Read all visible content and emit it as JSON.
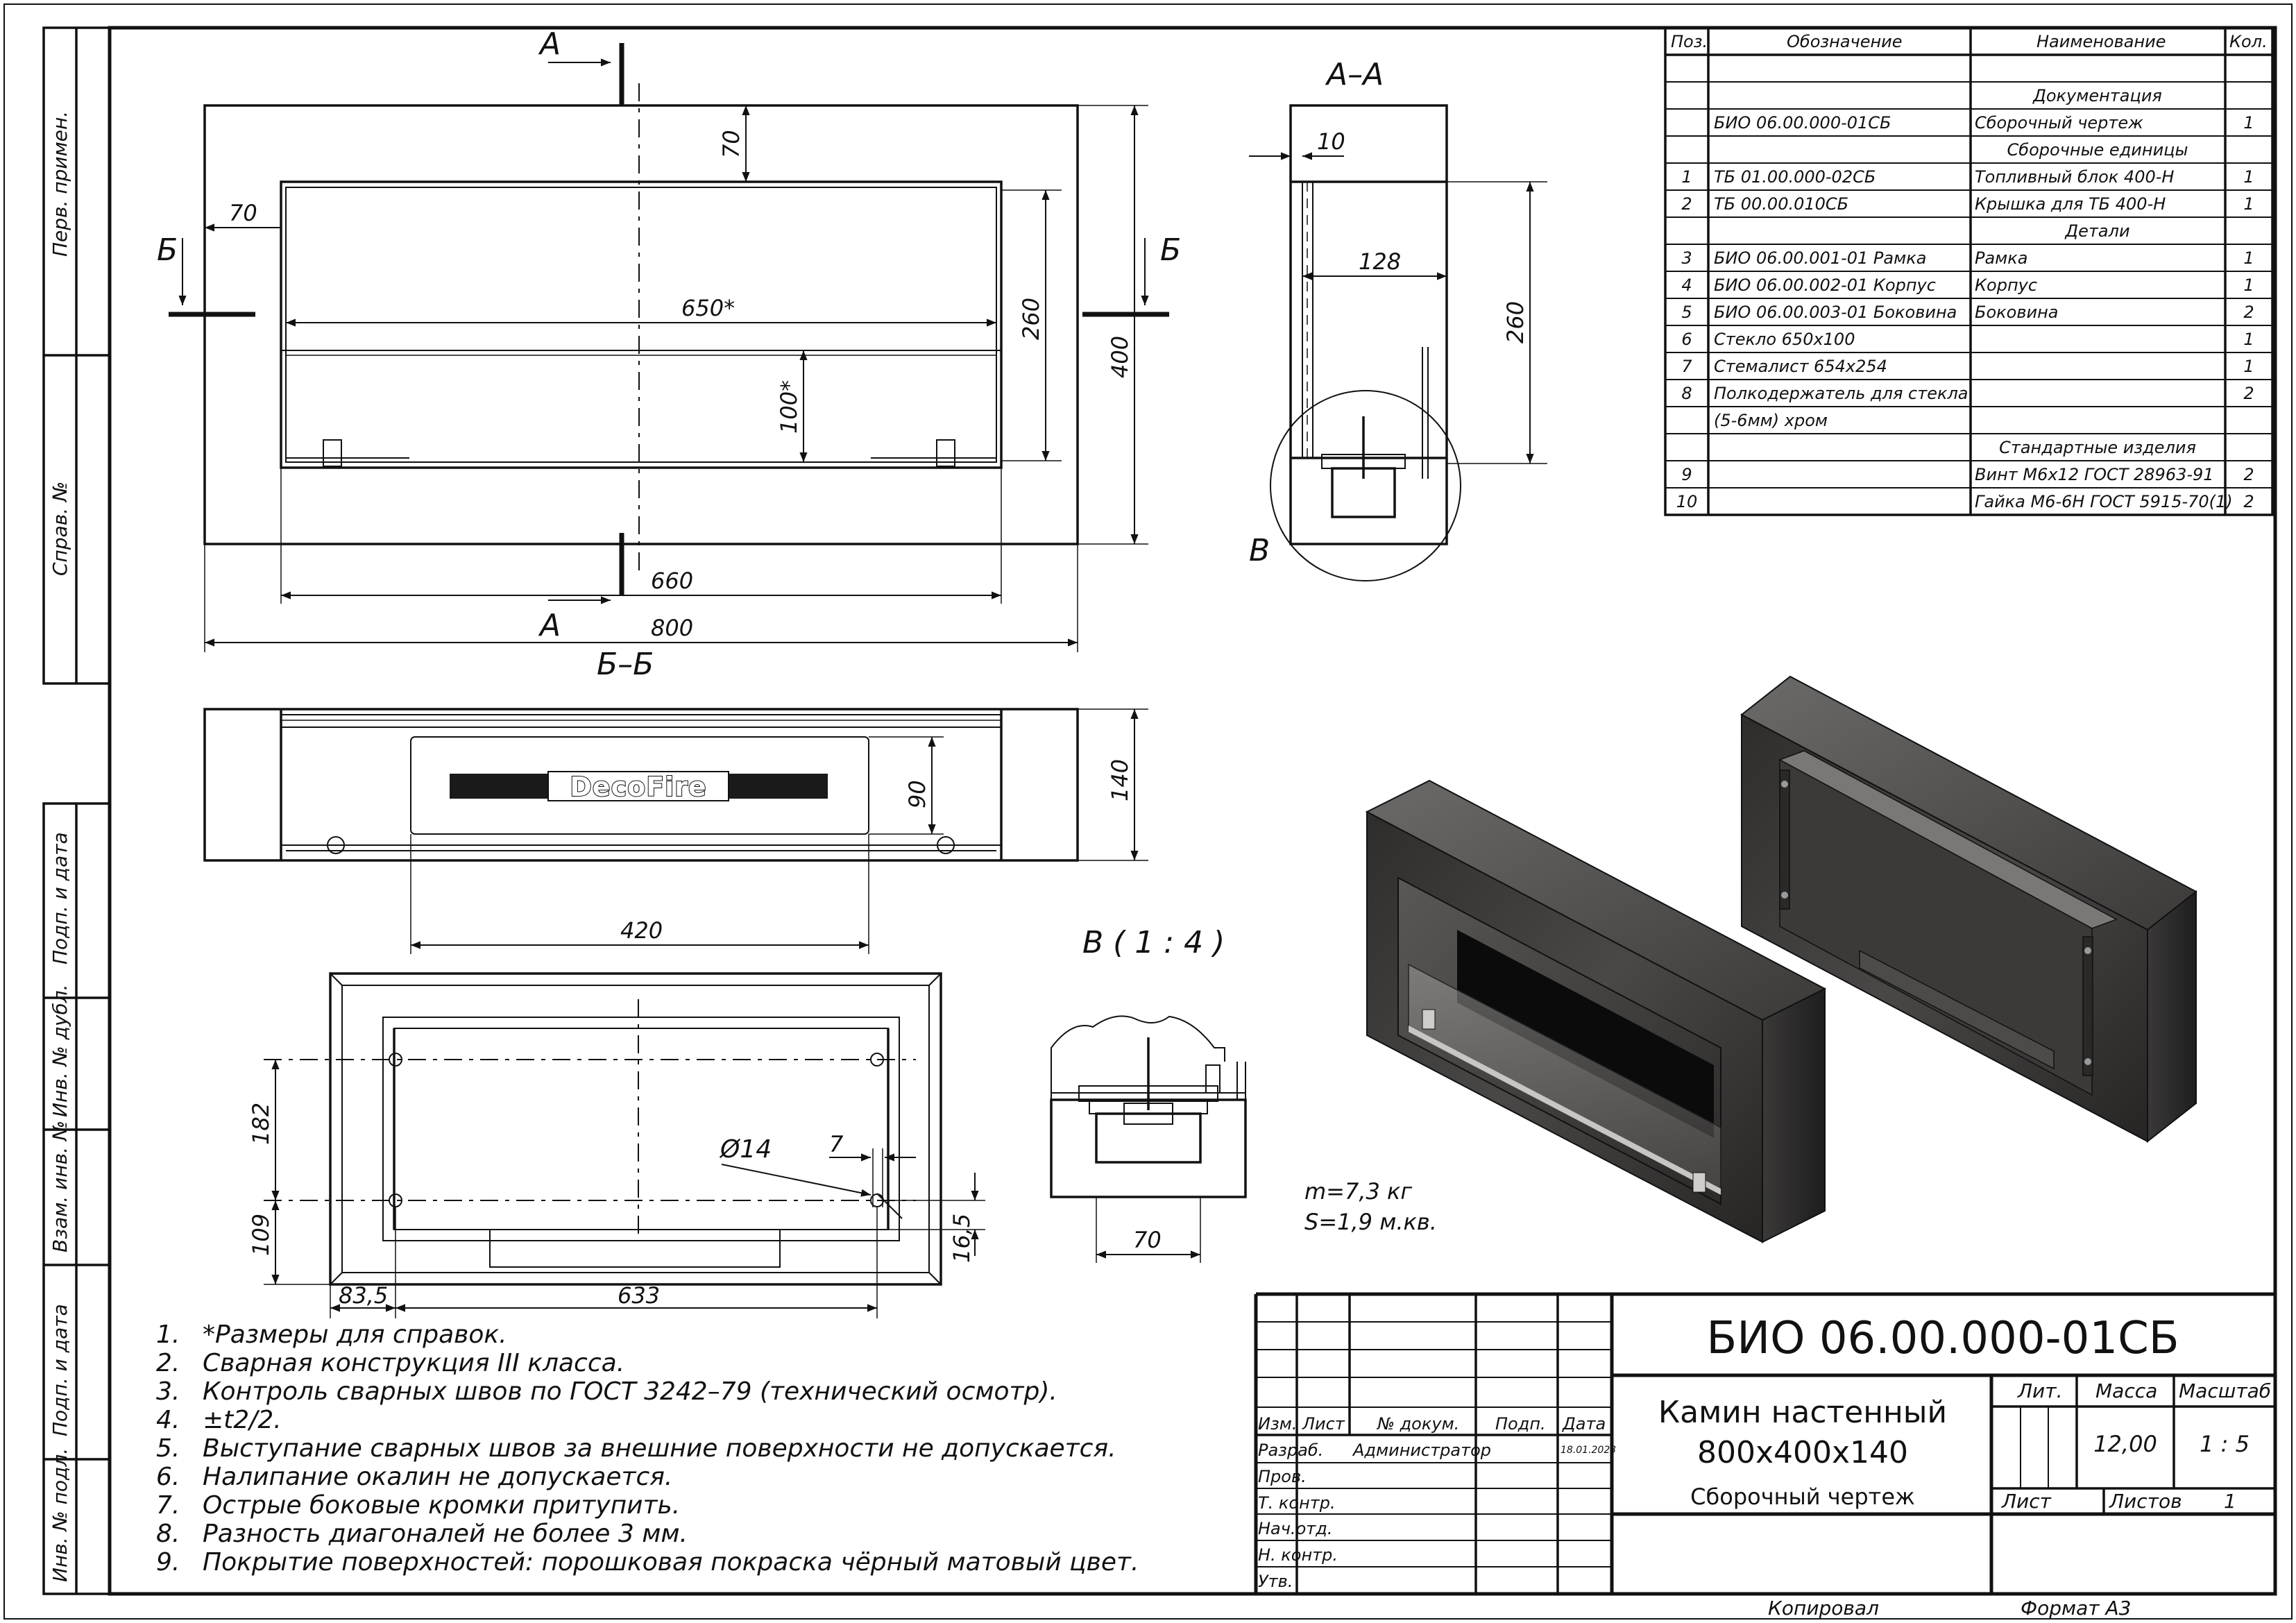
{
  "side_stamp": {
    "perv_primen": "Перв. примен.",
    "sprav_no": "Справ. №",
    "podp_data_1": "Подп. и дата",
    "inv_no_dubl": "Инв. № дубл.",
    "vzam_inv_no": "Взам. инв. №",
    "podp_data_2": "Подп. и дата",
    "inv_no_podl": "Инв. № подл."
  },
  "front_view": {
    "section_marker_a": "А",
    "section_marker_b": "Б",
    "dim_top_70": "70",
    "dim_left_70": "70",
    "dim_650": "650*",
    "dim_260": "260",
    "dim_400": "400",
    "dim_100": "100*",
    "dim_660": "660",
    "dim_800": "800"
  },
  "section_aa": {
    "title": "А–А",
    "dim_10": "10",
    "dim_128": "128",
    "dim_260": "260",
    "detail_label": "В"
  },
  "section_bb": {
    "title": "Б–Б",
    "logo_text": "DecoFire",
    "dim_90": "90",
    "dim_140": "140",
    "dim_420": "420"
  },
  "back_view": {
    "dim_182": "182",
    "dim_109": "109",
    "dim_d14": "Ø14",
    "dim_7": "7",
    "dim_16_5": "16,5",
    "dim_83_5": "83,5",
    "dim_633": "633"
  },
  "detail_b": {
    "title": "В ( 1 : 4 )",
    "dim_70": "70"
  },
  "mass_info": {
    "mass": "m=7,3 кг",
    "area": "S=1,9 м.кв."
  },
  "notes": [
    {
      "num": "1.",
      "text": "*Размеры для справок."
    },
    {
      "num": "2.",
      "text": "Сварная конструкция III класса."
    },
    {
      "num": "3.",
      "text": "Контроль сварных швов по ГОСТ 3242–79 (технический осмотр)."
    },
    {
      "num": "4.",
      "text": "±t2/2."
    },
    {
      "num": "5.",
      "text": "Выступание сварных швов за внешние поверхности не допускается."
    },
    {
      "num": "6.",
      "text": "Налипание окалин не допускается."
    },
    {
      "num": "7.",
      "text": "Острые боковые кромки притупить."
    },
    {
      "num": "8.",
      "text": "Разность диагоналей не более 3 мм."
    },
    {
      "num": "9.",
      "text": "Покрытие поверхностей: порошковая покраска чёрный матовый цвет."
    }
  ],
  "spec_table": {
    "headers": [
      "Поз.",
      "Обозначение",
      "Наименование",
      "Кол."
    ],
    "rows": [
      {
        "pos": "",
        "designation": "",
        "name": "",
        "qty": "",
        "section": ""
      },
      {
        "pos": "",
        "designation": "",
        "name": "",
        "qty": "",
        "section": "Документация"
      },
      {
        "pos": "",
        "designation": "БИО 06.00.000-01СБ",
        "name": "Сборочный чертеж",
        "qty": "1",
        "section": ""
      },
      {
        "pos": "",
        "designation": "",
        "name": "",
        "qty": "",
        "section": "Сборочные единицы"
      },
      {
        "pos": "1",
        "designation": "ТБ 01.00.000-02СБ",
        "name": "Топливный блок 400-Н",
        "qty": "1",
        "section": ""
      },
      {
        "pos": "2",
        "designation": "ТБ 00.00.010СБ",
        "name": "Крышка для ТБ 400-Н",
        "qty": "1",
        "section": ""
      },
      {
        "pos": "",
        "designation": "",
        "name": "",
        "qty": "",
        "section": "Детали"
      },
      {
        "pos": "3",
        "designation": "БИО 06.00.001-01 Рамка",
        "name": "Рамка",
        "qty": "1",
        "section": ""
      },
      {
        "pos": "4",
        "designation": "БИО 06.00.002-01 Корпус",
        "name": "Корпус",
        "qty": "1",
        "section": ""
      },
      {
        "pos": "5",
        "designation": "БИО 06.00.003-01 Боковина",
        "name": "Боковина",
        "qty": "2",
        "section": ""
      },
      {
        "pos": "6",
        "designation": "Стекло 650х100",
        "name": "",
        "qty": "1",
        "section": ""
      },
      {
        "pos": "7",
        "designation": "Стемалист 654х254",
        "name": "",
        "qty": "1",
        "section": ""
      },
      {
        "pos": "8",
        "designation": "Полкодержатель для стекла",
        "name": "",
        "qty": "2",
        "section": ""
      },
      {
        "pos": "",
        "designation": "(5-6мм) хром",
        "name": "",
        "qty": "",
        "section": ""
      },
      {
        "pos": "",
        "designation": "",
        "name": "",
        "qty": "",
        "section": "Стандартные изделия"
      },
      {
        "pos": "9",
        "designation": "",
        "name": "Винт М6х12 ГОСТ 28963-91",
        "qty": "2",
        "section": ""
      },
      {
        "pos": "10",
        "designation": "",
        "name": "Гайка М6-6Н ГОСТ 5915-70(1)",
        "qty": "2",
        "section": ""
      }
    ]
  },
  "title_block": {
    "doc_number": "БИО 06.00.000-01СБ",
    "product_name_1": "Камин настенный",
    "product_name_2": "800х400х140",
    "doc_type": "Сборочный чертеж",
    "header_izm": "Изм.",
    "header_list": "Лист",
    "header_doc_no": "№ докум.",
    "header_podp": "Подп.",
    "header_data": "Дата",
    "razrab_label": "Разраб.",
    "razrab_name": "Администратор",
    "razrab_date": "18.01.2023",
    "prov_label": "Пров.",
    "t_kontr_label": "Т. контр.",
    "nach_otd_label": "Нач.отд.",
    "n_kontr_label": "Н. контр.",
    "utv_label": "Утв.",
    "lit_label": "Лит.",
    "massa_label": "Масса",
    "masshtab_label": "Масштаб",
    "massa_value": "12,00",
    "masshtab_value": "1 : 5",
    "list_label": "Лист",
    "listov_label": "Листов",
    "listov_value": "1",
    "kopiroval": "Копировал",
    "format": "Формат А3"
  }
}
